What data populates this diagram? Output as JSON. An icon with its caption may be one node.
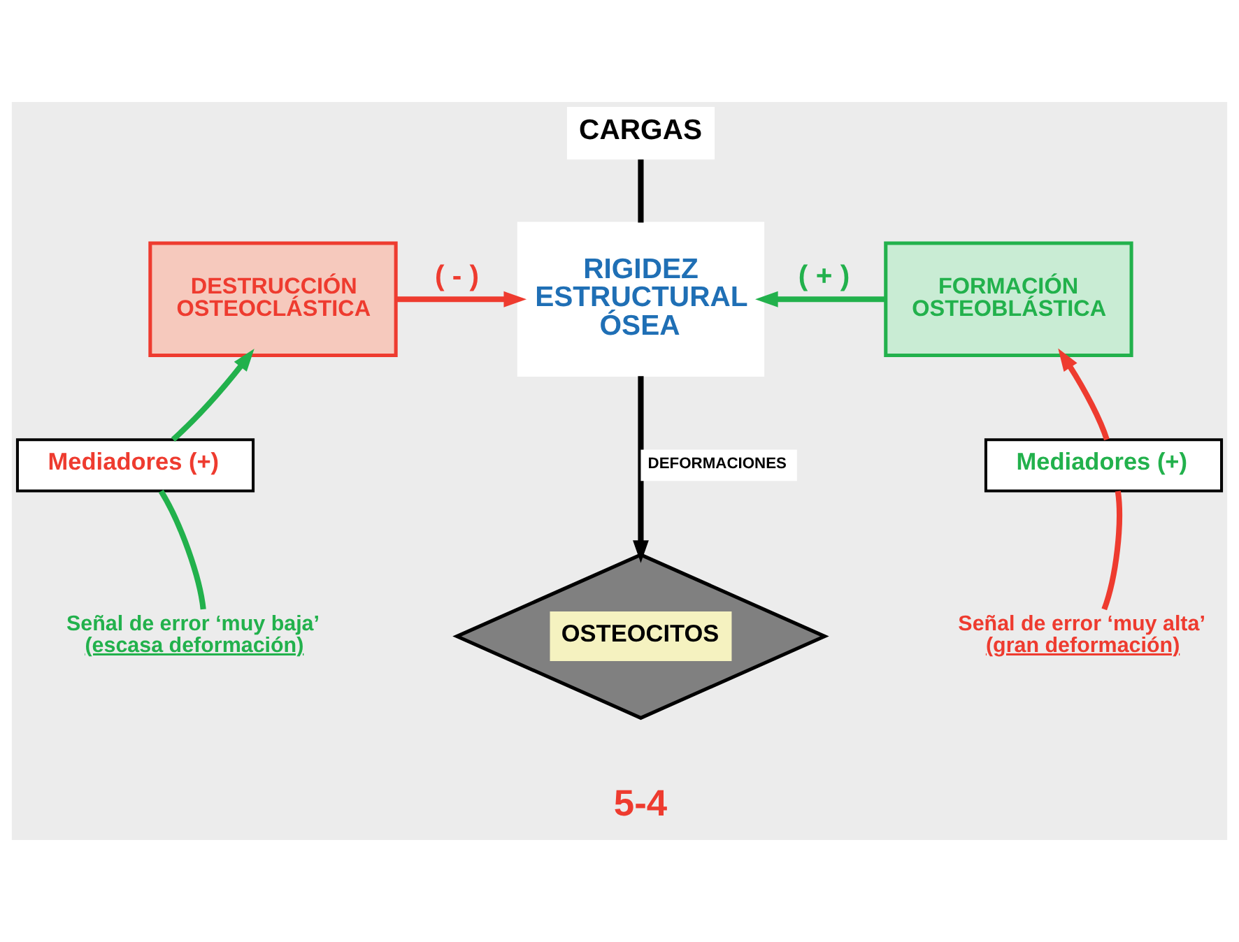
{
  "diagram": {
    "nodes": [
      {
        "text": [
          "CARGAS"
        ]
      },
      {
        "text": [
          "RIGIDEZ ESTRUCTURAL ÓSEA"
        ]
      },
      {
        "text": [
          "DESTRUCCIÓN OSTEOCLÁSTICA"
        ]
      },
      {
        "text": [
          "FORMACIÓN OSTEOBLÁSTICA"
        ]
      },
      {
        "text": [
          "Mediadores (+)"
        ]
      },
      {
        "text": [
          "Mediadores (+)"
        ]
      },
      {
        "text": [
          "OSTEOCITOS"
        ]
      },
      {
        "text": [
          "Señal de error ‘muy baja’",
          "(escasa deformación)"
        ]
      },
      {
        "text": [
          "Señal de error ‘muy alta’",
          "(gran deformación)"
        ]
      }
    ],
    "edges": [
      {
        "from": 0,
        "to": 1,
        "arrow": "none",
        "color": "#000000"
      },
      {
        "from": 2,
        "to": 1,
        "arrow": "to",
        "label": "( - )",
        "color": "#ee3b2f"
      },
      {
        "from": 3,
        "to": 1,
        "arrow": "to",
        "label": "( + )",
        "color": "#22b14c"
      },
      {
        "from": 1,
        "to": 6,
        "arrow": "to",
        "label": "DEFORMACIONES",
        "color": "#000000"
      },
      {
        "from": 7,
        "to": 4,
        "arrow": "none",
        "color": "#22b14c"
      },
      {
        "from": 4,
        "to": 2,
        "arrow": "to",
        "color": "#22b14c"
      },
      {
        "from": 8,
        "to": 5,
        "arrow": "none",
        "color": "#ee3b2f"
      },
      {
        "from": 5,
        "to": 3,
        "arrow": "to",
        "color": "#ee3b2f"
      }
    ],
    "labels": [
      "5-4"
    ]
  }
}
